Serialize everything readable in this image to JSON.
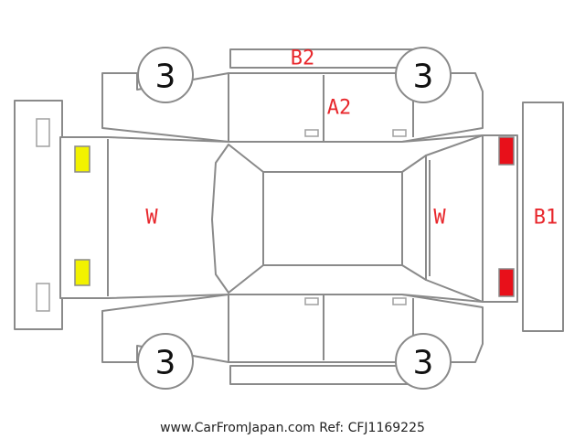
{
  "tires": {
    "front_left": "3",
    "front_right": "3",
    "rear_left": "3",
    "rear_right": "3"
  },
  "damage": {
    "roof_top": "B2",
    "door_upper": "A2",
    "hood": "W",
    "rear_window": "W",
    "rear_bumper": "B1"
  },
  "lights": {
    "front_color": "#f2f200",
    "rear_color": "#e8101a"
  },
  "footer": {
    "text": "www.CarFromJapan.com Ref: CFJ1169225"
  }
}
